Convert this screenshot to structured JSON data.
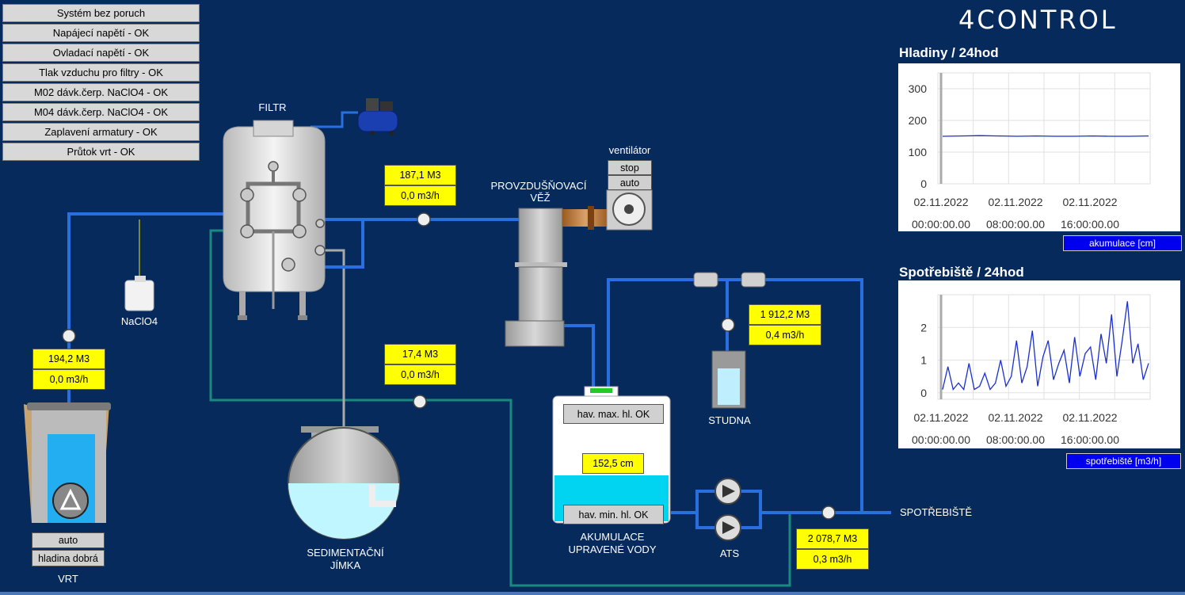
{
  "brand": {
    "logo_text": "4CONTROL"
  },
  "status_list": [
    "Systém bez poruch",
    "Napájecí napětí - OK",
    "Ovladací napětí - OK",
    "Tlak vzduchu pro filtry - OK",
    "M02 dávk.čerp. NaClO4 - OK",
    "M04 dávk.čerp. NaClO4 - OK",
    "Zaplavení armatury - OK",
    "Průtok vrt - OK"
  ],
  "labels": {
    "filtr": "FILTR",
    "naclo4": "NaClO4",
    "ventilator": "ventilátor",
    "provzdusnovaci": "PROVZDUŠŇOVACÍ",
    "vez": "VĚŽ",
    "sedimentacni": "SEDIMENTAČNÍ",
    "jimka": "JÍMKA",
    "akumulace1": "AKUMULACE",
    "akumulace2": "UPRAVENÉ VODY",
    "ats": "ATS",
    "studna": "STUDNA",
    "spotrebiste": "SPOTŘEBIŠTĚ",
    "vrt": "VRT"
  },
  "controls": {
    "vent_stop": "stop",
    "vent_auto": "auto",
    "vrt_mode": "auto",
    "vrt_level": "hladina dobrá",
    "hav_max": "hav. max. hl. OK",
    "hav_min": "hav. min. hl. OK"
  },
  "meters": {
    "filter_out_total": "187,1 M3",
    "filter_out_flow": "0,0 m3/h",
    "sediment_total": "17,4 M3",
    "sediment_flow": "0,0 m3/h",
    "vrt_total": "194,2 M3",
    "vrt_flow": "0,0 m3/h",
    "studna_total": "1 912,2 M3",
    "studna_flow": "0,4 m3/h",
    "spotr_total": "2 078,7 M3",
    "spotr_flow": "0,3 m3/h",
    "tank_level": "152,5 cm"
  },
  "colors": {
    "background": "#062a5c",
    "pipe_blue": "#2a6fe0",
    "pipe_teal": "#1a8a80",
    "value_box": "#ffff00",
    "water": "#00d4f0"
  },
  "charts": {
    "hladiny": {
      "title": "Hladiny / 24hod",
      "legend": "akumulace [cm]",
      "y_ticks": [
        "0",
        "100",
        "200",
        "300"
      ],
      "x_dates": [
        "02.11.2022",
        "02.11.2022",
        "02.11.2022"
      ],
      "x_times": [
        "00:00:00.00",
        "08:00:00.00",
        "16:00:00.00"
      ]
    },
    "spotrebiste": {
      "title": "Spotřebiště / 24hod",
      "legend": "spotřebiště [m3/h]",
      "y_ticks": [
        "0",
        "1",
        "2"
      ],
      "x_dates": [
        "02.11.2022",
        "02.11.2022",
        "02.11.2022"
      ],
      "x_times": [
        "00:00:00.00",
        "08:00:00.00",
        "16:00:00.00"
      ]
    }
  },
  "chart_data": [
    {
      "type": "line",
      "title": "Hladiny / 24hod",
      "series": [
        {
          "name": "akumulace [cm]",
          "values": [
            150,
            151,
            152,
            151,
            150,
            151,
            150,
            150,
            151,
            150,
            150,
            151
          ]
        }
      ],
      "ylim": [
        0,
        350
      ],
      "y_ticks": [
        0,
        100,
        200,
        300
      ],
      "legend": "bottom-right",
      "grid": true
    },
    {
      "type": "line",
      "title": "Spotřebiště / 24hod",
      "series": [
        {
          "name": "spotřebiště [m3/h]",
          "values": [
            0.1,
            0.8,
            0.1,
            0.3,
            0.1,
            0.9,
            0.1,
            0.2,
            0.6,
            0.1,
            0.3,
            1.0,
            0.2,
            0.5,
            1.6,
            0.3,
            0.8,
            1.9,
            0.2,
            1.1,
            1.6,
            0.4,
            0.9,
            1.3,
            0.3,
            1.7,
            0.5,
            1.2,
            1.4,
            0.4,
            1.8,
            0.9,
            2.4,
            0.5,
            1.6,
            2.8,
            0.9,
            1.5,
            0.4,
            0.9
          ]
        }
      ],
      "ylim": [
        -0.2,
        3.0
      ],
      "y_ticks": [
        0,
        1,
        2
      ],
      "legend": "bottom-right",
      "grid": true
    }
  ]
}
